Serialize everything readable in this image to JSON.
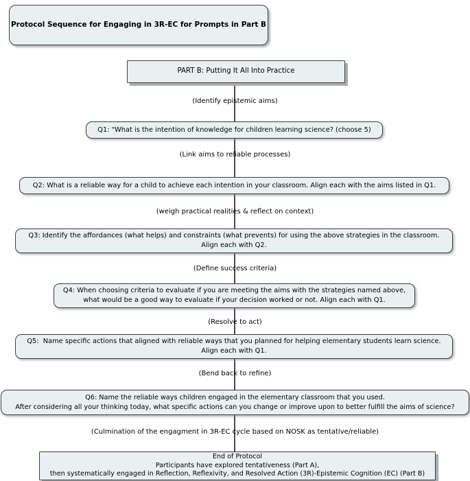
{
  "title": "Protocol Sequence for Engaging in 3R-EC for Prompts in Part B",
  "start_box": {
    "label": "PART B: Putting It All Into Practice"
  },
  "steps": [
    {
      "transition": "(Identify epistemic aims)",
      "prompt": "Q1: \"What is the intention of knowledge for children learning science? (choose 5)"
    },
    {
      "transition": "(Link aims to reliable processes)",
      "prompt": "Q2: What is a reliable way for a child to achieve each intention in your classroom. Align each with the aims listed in Q1."
    },
    {
      "transition": "(weigh practical realities & reflect on context)",
      "prompt": [
        "Q3: Identify the affordances (what helps) and constraints (what prevents) for using the above strategies in the classroom.",
        "Align each with Q2."
      ]
    },
    {
      "transition": "(Define success criteria)",
      "prompt": [
        "Q4: When choosing criteria to evaluate if you are meeting the aims with the strategies named above,",
        "what would be a good way to evaluate if your decision worked or not. Align each with Q1."
      ]
    },
    {
      "transition": "(Resolve to act)",
      "prompt": [
        "Q5:  Name specific actions that aligned with reliable ways that you planned for helping elementary students learn science.",
        "Align each with Q1."
      ]
    },
    {
      "transition": "(Bend back to refine)",
      "prompt": [
        "Q6: Name the reliable ways children engaged in the elementary classroom that you used.",
        "After considering all your thinking today, what specific actions can you change or improve upon to better fulfill the aims of science?"
      ]
    }
  ],
  "final_transition": "(Culmination of the engagment in 3R-EC cycle based on NOSK as tentative/reliable)",
  "end_box": {
    "lines": [
      "End of Protocol",
      "Participants have explored tentativeness (Part A),",
      "then systematically engaged in Reflection, Reflexivity, and Resolved Action (3R)-Epistemic Cognition (EC) (Part B)"
    ]
  },
  "colors": {
    "box_fill": "#e9f0f2",
    "box_border": "#3f3f3f",
    "rect_shadow": "#a9aeb1",
    "connector_line": "#4a4a4a",
    "text": "#000000"
  }
}
